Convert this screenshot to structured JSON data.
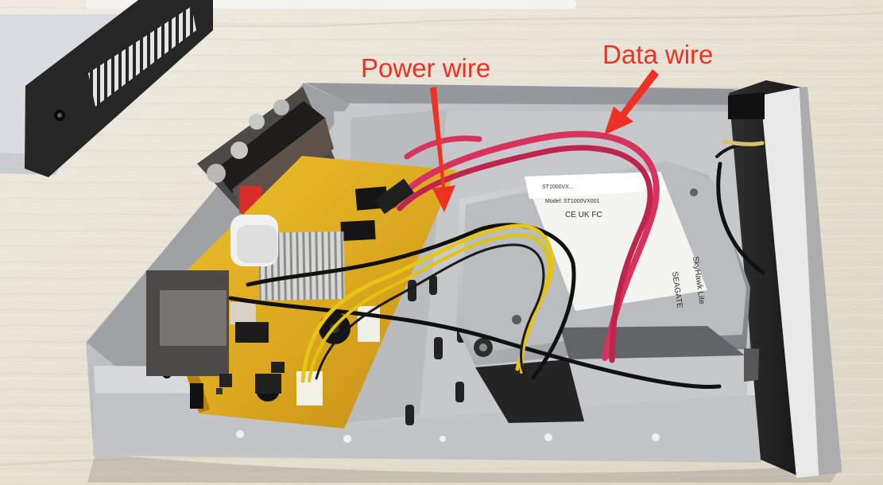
{
  "annotations": {
    "power_wire": "Power wire",
    "data_wire": "Data wire"
  },
  "drive_label": {
    "brand": "SEAGATE",
    "series": "SkyHawk Lite"
  },
  "colors": {
    "annotation_red": "#ee3124",
    "sata_cable_red": "#d8325f",
    "pcb_yellow": "#e0ae22",
    "power_yellow_wire": "#e7cc19",
    "metal_gray": "#b6b8ba",
    "desk_wood": "#e7e2d5"
  }
}
